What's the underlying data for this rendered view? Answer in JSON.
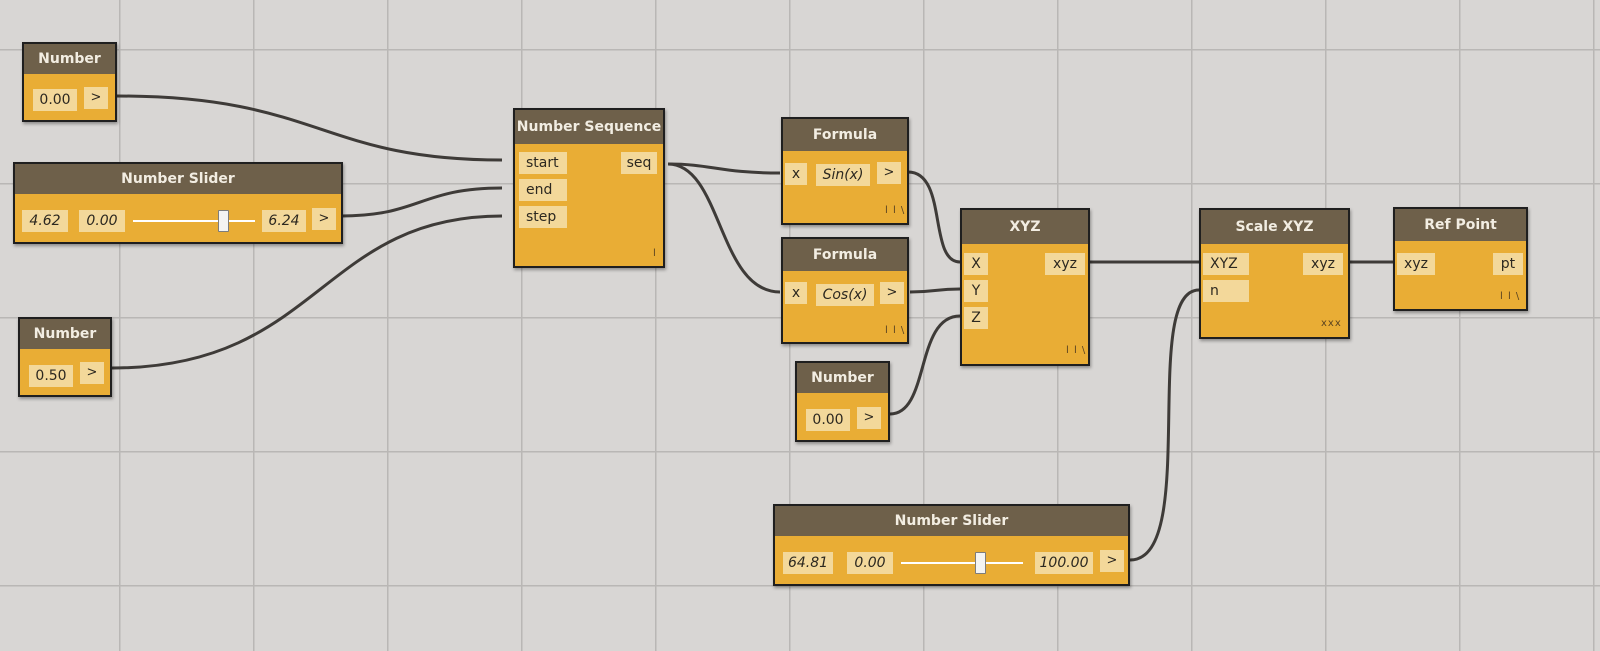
{
  "nodes": {
    "number_start": {
      "title": "Number",
      "value": "0.00",
      "button": ">"
    },
    "slider_end": {
      "title": "Number Slider",
      "value": "4.62",
      "min": "0.00",
      "max": "6.24",
      "button": ">",
      "position": 0.74
    },
    "number_step": {
      "title": "Number",
      "value": "0.50",
      "button": ">"
    },
    "number_sequence": {
      "title": "Number Sequence",
      "inputs": [
        "start",
        "end",
        "step"
      ],
      "output": "seq",
      "lacing": "l"
    },
    "formula_sin": {
      "title": "Formula",
      "input": "x",
      "expression": "Sin(x)",
      "button": ">",
      "lacing": "l l \\"
    },
    "formula_cos": {
      "title": "Formula",
      "input": "x",
      "expression": "Cos(x)",
      "button": ">",
      "lacing": "l l \\"
    },
    "number_z": {
      "title": "Number",
      "value": "0.00",
      "button": ">"
    },
    "xyz": {
      "title": "XYZ",
      "inputs": [
        "X",
        "Y",
        "Z"
      ],
      "output": "xyz",
      "lacing": "l l \\"
    },
    "slider_scale": {
      "title": "Number Slider",
      "value": "64.81",
      "min": "0.00",
      "max": "100.00",
      "button": ">",
      "position": 0.6481
    },
    "scale_xyz": {
      "title": "Scale XYZ",
      "inputs": [
        "XYZ",
        "n"
      ],
      "output": "xyz",
      "lacing": "xxx"
    },
    "ref_point": {
      "title": "Ref Point",
      "input": "xyz",
      "output": "pt",
      "lacing": "l l \\"
    }
  },
  "colors": {
    "canvas": "#d8d6d4",
    "grid": "#b9b7b5",
    "node_body": "#e9ad35",
    "node_header": "#6e604a",
    "field": "#f3d89a",
    "wire": "#3e3b38"
  }
}
